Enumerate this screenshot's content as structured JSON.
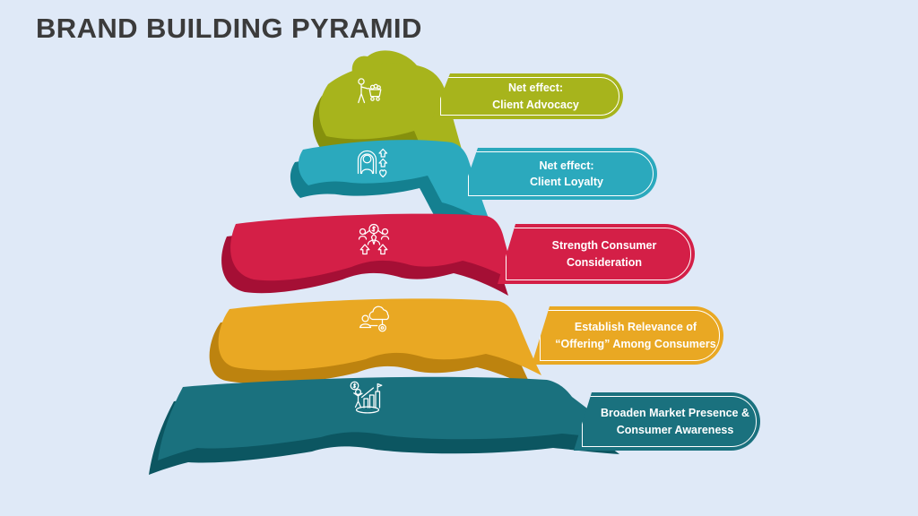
{
  "slide": {
    "title": "BRAND BUILDING PYRAMID",
    "title_color": "#3b3b3b",
    "background": "#dfe9f7",
    "label_text_color": "#ffffff"
  },
  "pyramid": {
    "levels": [
      {
        "rank": 1,
        "name": "client-advocacy",
        "icon": "shopper-with-cart-icon",
        "color": "#a7b41c",
        "dark_color": "#85900d",
        "label_line1": "Net effect:",
        "label_line2": "Client Advocacy"
      },
      {
        "rank": 2,
        "name": "client-loyalty",
        "icon": "loyal-customer-icon",
        "color": "#2ba9bd",
        "dark_color": "#148090",
        "label_line1": "Net effect:",
        "label_line2": "Client Loyalty"
      },
      {
        "rank": 3,
        "name": "consumer-consideration",
        "icon": "consumer-value-icon",
        "color": "#d41f47",
        "dark_color": "#a50f35",
        "label_line1": "Strength Consumer",
        "label_line2": "Consideration"
      },
      {
        "rank": 4,
        "name": "offering-relevance",
        "icon": "offer-targeting-icon",
        "color": "#e9a823",
        "dark_color": "#bd830f",
        "label_line1": "Establish Relevance of",
        "label_line2": "“Offering” Among Consumers"
      },
      {
        "rank": 5,
        "name": "market-presence",
        "icon": "market-growth-icon",
        "color": "#1a717e",
        "dark_color": "#0c5661",
        "label_line1": "Broaden Market Presence &",
        "label_line2": "Consumer Awareness"
      }
    ]
  }
}
